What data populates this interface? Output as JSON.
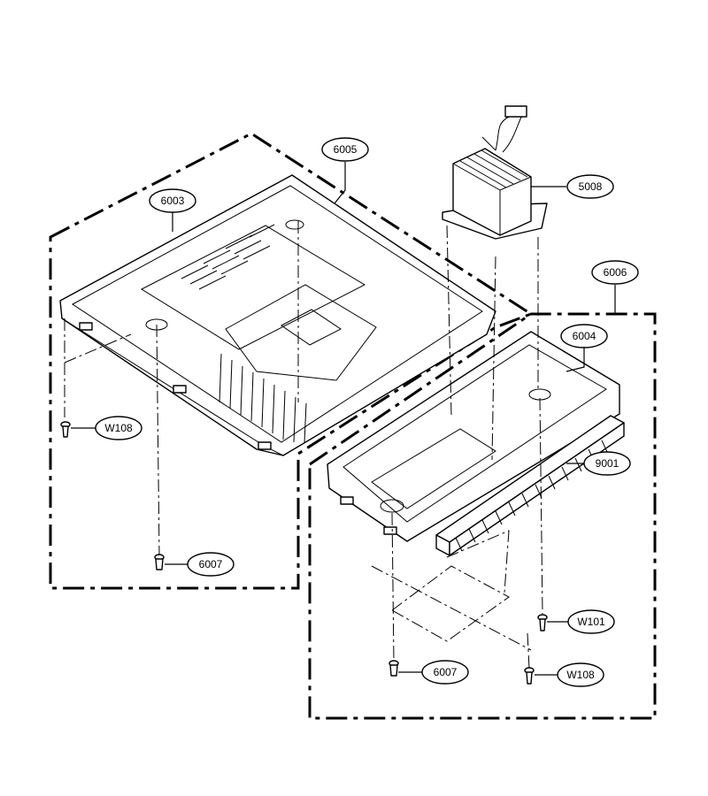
{
  "diagram": {
    "callouts": [
      {
        "id": "c6005",
        "label": "6005"
      },
      {
        "id": "c6003",
        "label": "6003"
      },
      {
        "id": "c5008",
        "label": "5008"
      },
      {
        "id": "c6006",
        "label": "6006"
      },
      {
        "id": "c6004",
        "label": "6004"
      },
      {
        "id": "c9001",
        "label": "9001"
      },
      {
        "id": "cW108a",
        "label": "W108"
      },
      {
        "id": "c6007a",
        "label": "6007"
      },
      {
        "id": "cW101",
        "label": "W101"
      },
      {
        "id": "c6007b",
        "label": "6007"
      },
      {
        "id": "cW108b",
        "label": "W108"
      }
    ]
  }
}
